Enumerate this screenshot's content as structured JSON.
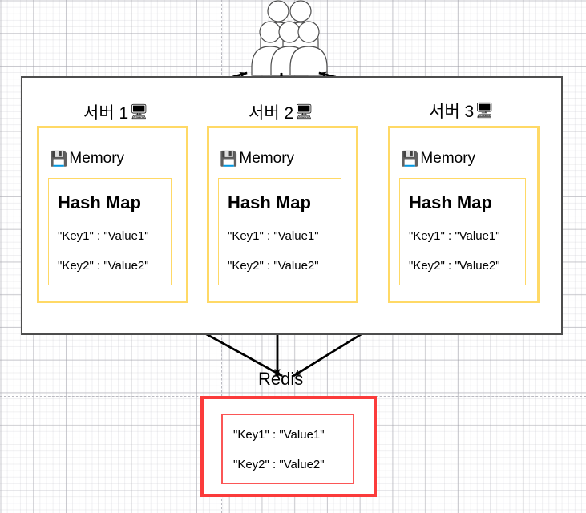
{
  "diagram": {
    "title": "Distributed servers with shared Redis cache",
    "colors": {
      "memory_border": "#ffd966",
      "container_border": "#4d4d4d",
      "redis_border": "#fb3b3b",
      "redis_inner_border": "#fb5656",
      "arrow": "#000000",
      "grid_major": "#8c8c96",
      "grid_minor": "#b4b4be"
    }
  },
  "users": {
    "icon": "users-group-icon",
    "label": ""
  },
  "servers": [
    {
      "label": "서버 1",
      "icon": "desktop-computer-emoji",
      "memory": {
        "icon": "floppy-disk-emoji",
        "label": "Memory",
        "hashmap": {
          "title": "Hash Map",
          "entries": [
            "\"Key1\" : \"Value1\"",
            "\"Key2\" : \"Value2\""
          ]
        }
      }
    },
    {
      "label": "서버 2",
      "icon": "desktop-computer-emoji",
      "memory": {
        "icon": "floppy-disk-emoji",
        "label": "Memory",
        "hashmap": {
          "title": "Hash Map",
          "entries": [
            "\"Key1\" : \"Value1\"",
            "\"Key2\" : \"Value2\""
          ]
        }
      }
    },
    {
      "label": "서버 3",
      "icon": "desktop-computer-emoji",
      "memory": {
        "icon": "floppy-disk-emoji",
        "label": "Memory",
        "hashmap": {
          "title": "Hash Map",
          "entries": [
            "\"Key1\" : \"Value1\"",
            "\"Key2\" : \"Value2\""
          ]
        }
      }
    }
  ],
  "redis": {
    "label": "Redis",
    "entries": [
      "\"Key1\" : \"Value1\"",
      "\"Key2\" : \"Value2\""
    ]
  }
}
